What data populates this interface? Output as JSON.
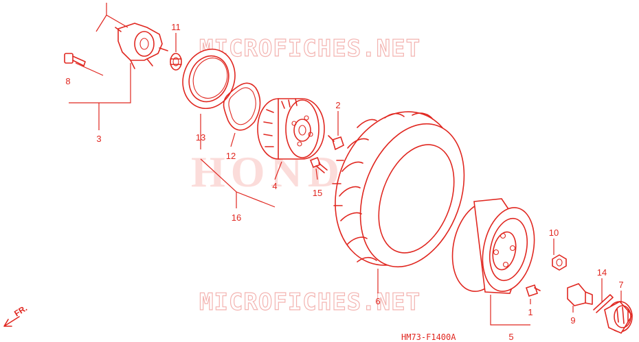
{
  "watermarks": {
    "site_top": "MICROFICHES.NET",
    "site_bottom": "MICROFICHES.NET",
    "brand": "HONDA"
  },
  "diagram_code": "HM73-F1400A",
  "direction_label": "FR.",
  "colors": {
    "ink": "#e0261f",
    "watermark": "#f3b3b0",
    "background": "#ffffff"
  },
  "callouts": {
    "c1": "1",
    "c2": "2",
    "c3": "3",
    "c4": "4",
    "c5": "5",
    "c6": "6",
    "c7": "7",
    "c8": "8",
    "c9": "9",
    "c10": "10",
    "c11": "11",
    "c12": "12",
    "c13": "13",
    "c14": "14",
    "c15": "15",
    "c16": "16"
  }
}
